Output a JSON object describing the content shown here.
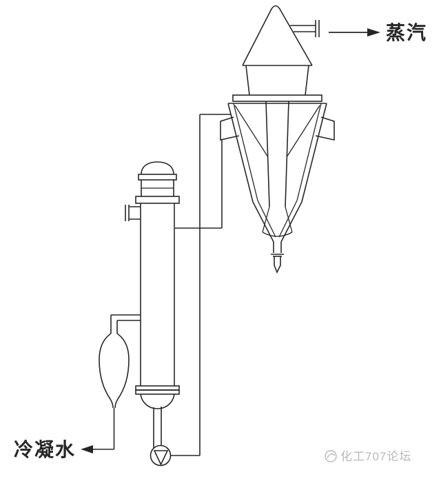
{
  "colors": {
    "line": "#262626",
    "background": "#ffffff",
    "watermark": "#b8b8b8"
  },
  "labels": {
    "steam": "蒸汽",
    "condensate": "冷凝水"
  },
  "arrows": {
    "steam_direction": "right",
    "condensate_direction": "left"
  },
  "watermark": {
    "icon": "circle-logo-icon",
    "text": "化工707论坛"
  },
  "components": {
    "separator": "separator-vessel",
    "heater": "heater-column",
    "pot": "condensate-pot",
    "pump": "circulation-pump"
  }
}
